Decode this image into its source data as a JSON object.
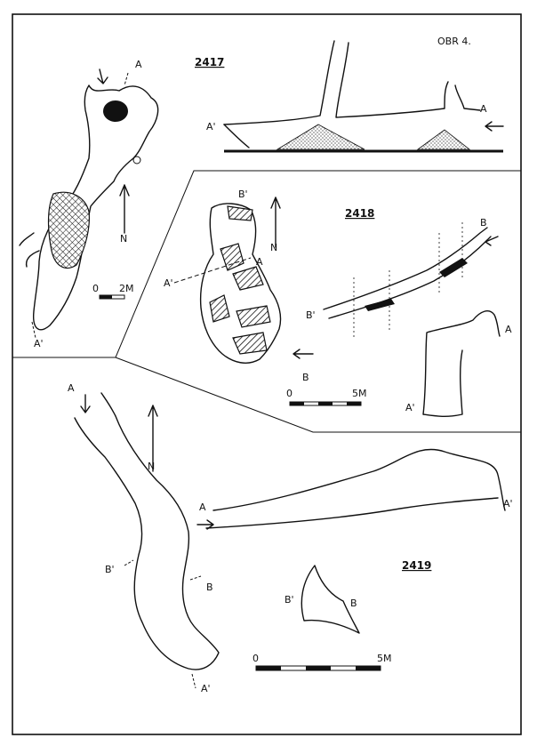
{
  "figure_label": "OBR 4.",
  "caves": [
    {
      "id": "2417",
      "scale_text": "2M",
      "scale_zero": "0",
      "section_labels": {
        "plan_start": "A",
        "plan_end": "A'",
        "profile_left": "A'",
        "profile_right": "A"
      }
    },
    {
      "id": "2418",
      "scale_text": "5M",
      "scale_zero": "0",
      "section_labels": {
        "plan_a": "A",
        "plan_a_prime": "A'",
        "plan_b": "B",
        "plan_b_prime": "B'",
        "profile_b_prime": "B'",
        "profile_b": "B",
        "section_a": "A",
        "section_a_prime": "A'"
      }
    },
    {
      "id": "2419",
      "scale_text": "5M",
      "scale_zero": "0",
      "section_labels": {
        "plan_a": "A",
        "plan_a_prime": "A'",
        "plan_b": "B",
        "plan_b_prime": "B'",
        "profile_a": "A",
        "profile_a_prime": "A'",
        "section_b_prime": "B'",
        "section_b": "B"
      }
    }
  ],
  "north_symbol": "N"
}
